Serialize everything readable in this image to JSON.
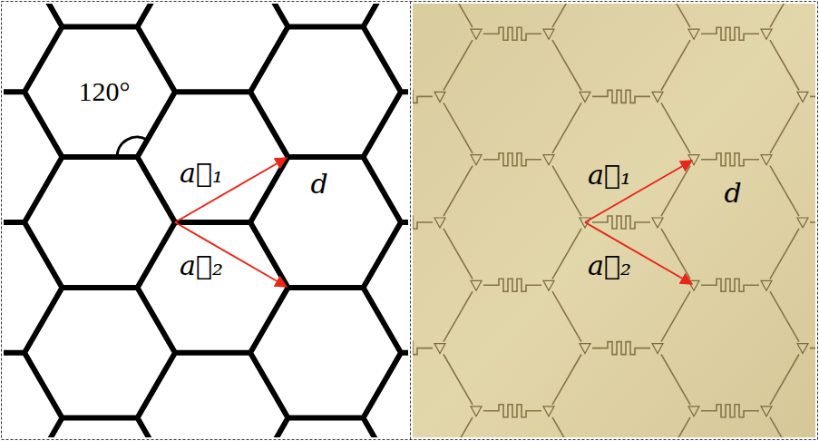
{
  "diagram": {
    "labels": [
      "120°",
      "a⃗₁",
      "d",
      "a⃗₂",
      "a⃗₁",
      "d",
      "a⃗₂"
    ]
  }
}
